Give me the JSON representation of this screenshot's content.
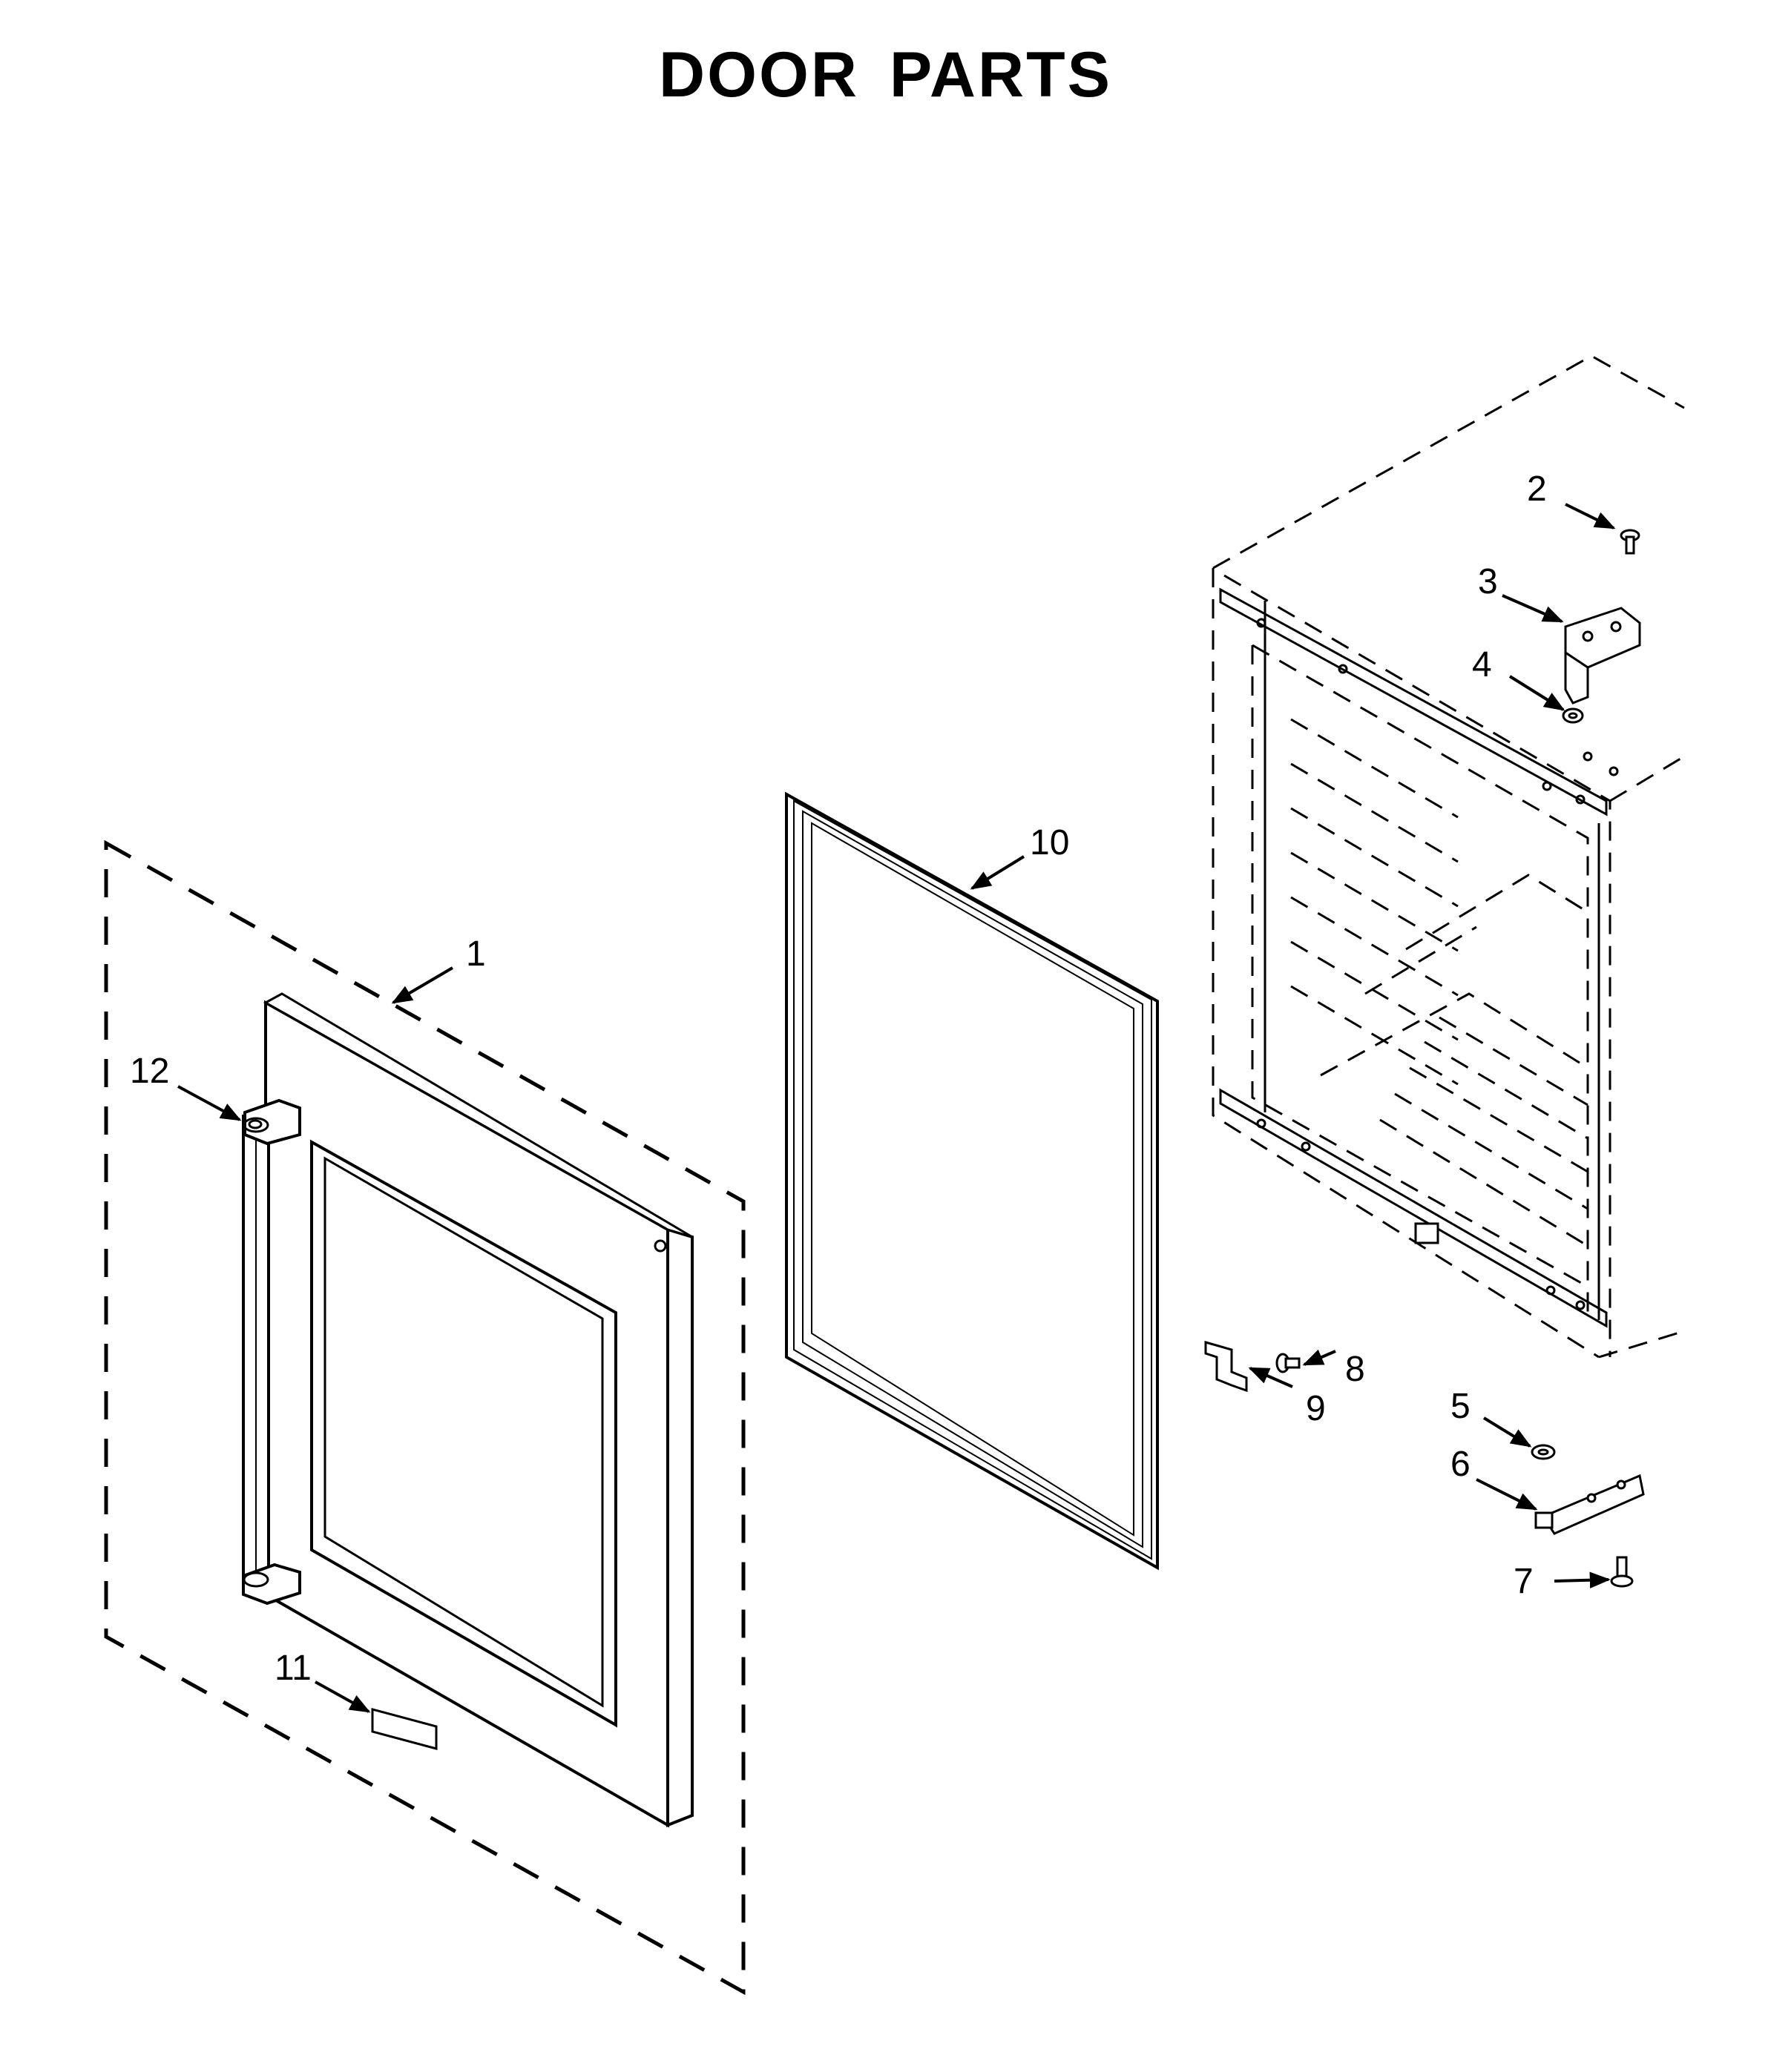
{
  "title": "DOOR PARTS",
  "callouts": {
    "c1": "1",
    "c2": "2",
    "c3": "3",
    "c4": "4",
    "c5": "5",
    "c6": "6",
    "c7": "7",
    "c8": "8",
    "c9": "9",
    "c10": "10",
    "c11": "11",
    "c12": "12"
  },
  "colors": {
    "line": "#000000",
    "background": "#ffffff"
  }
}
